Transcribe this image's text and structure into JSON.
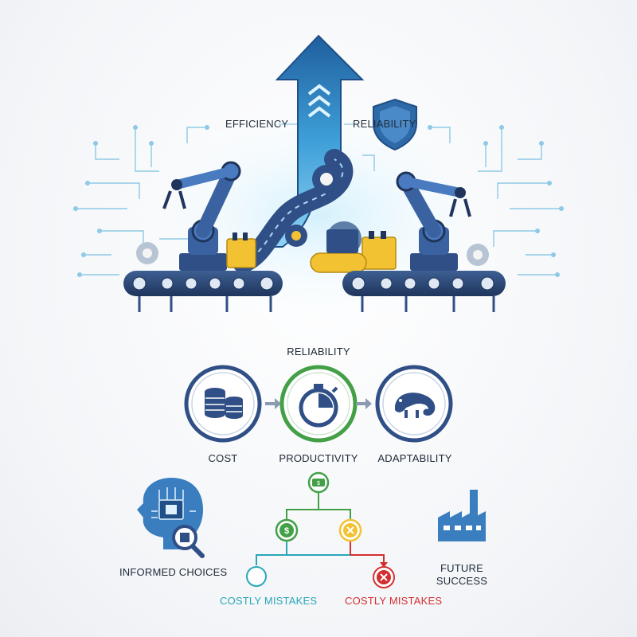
{
  "hero": {
    "efficiency_label": "EFFICIENCY",
    "reliability_label": "RELIABILITY"
  },
  "factors": {
    "heading": "RELIABILITY",
    "items": [
      {
        "label": "COST",
        "icon": "coins-stack-icon",
        "ring_color": "#2f4f86"
      },
      {
        "label": "PRODUCTIVITY",
        "icon": "stopwatch-icon",
        "ring_color": "#43a047"
      },
      {
        "label": "ADAPTABILITY",
        "icon": "chameleon-icon",
        "ring_color": "#2f4f86"
      }
    ]
  },
  "decision": {
    "informed_label": "INFORMED CHOICES",
    "future_label_line1": "FUTURE",
    "future_label_line2": "SUCCESS",
    "left_outcome": "COSTLY MISTAKES",
    "right_outcome": "COSTLY MISTAKES",
    "colors": {
      "green": "#43a047",
      "yellow": "#f2c233",
      "red": "#d32f2f",
      "teal": "#2aa6b8"
    }
  }
}
